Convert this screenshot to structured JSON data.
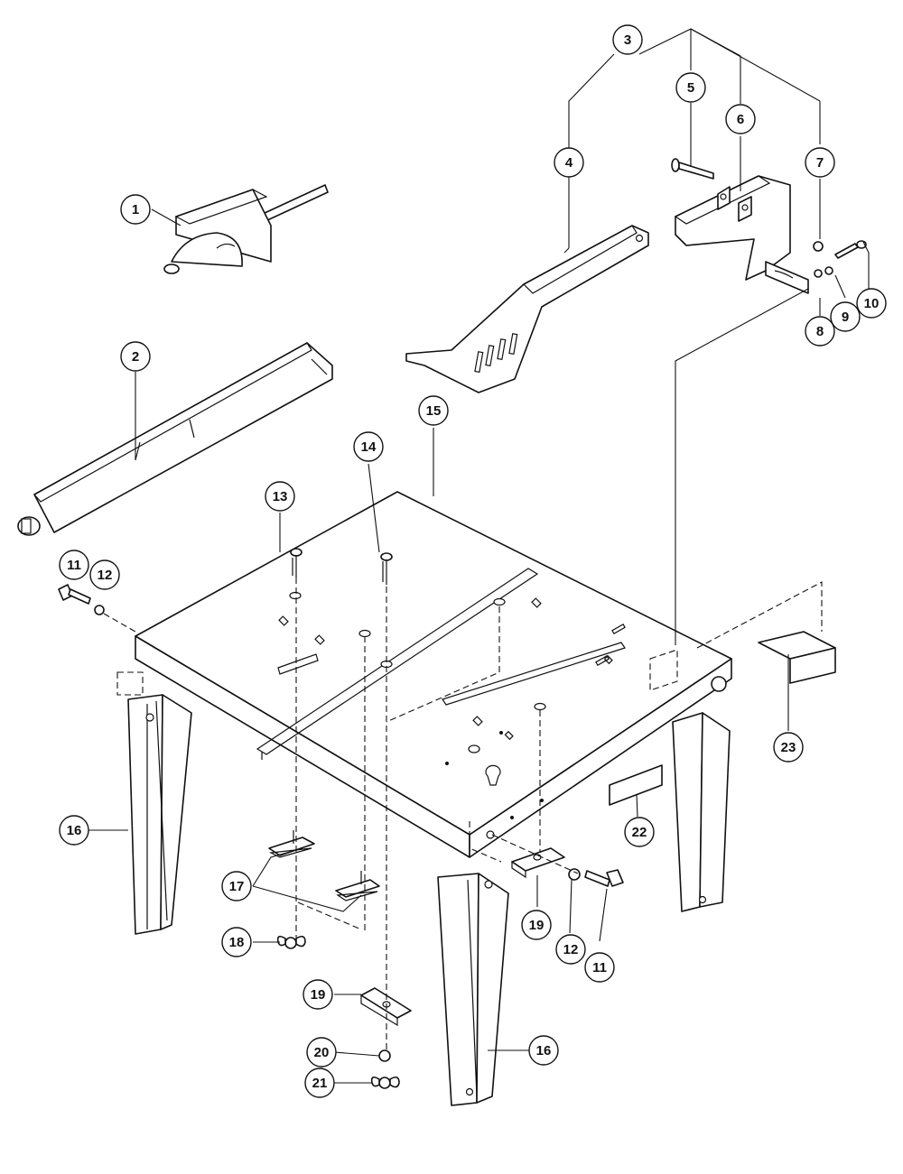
{
  "callouts": [
    {
      "number": "1",
      "part": "miter-gauge"
    },
    {
      "number": "2",
      "part": "rip-fence"
    },
    {
      "number": "3",
      "part": "guard-assembly"
    },
    {
      "number": "4",
      "part": "guard-arm"
    },
    {
      "number": "5",
      "part": "guard-bolt"
    },
    {
      "number": "6",
      "part": "blade-guard"
    },
    {
      "number": "7",
      "part": "guard-nut"
    },
    {
      "number": "8",
      "part": "washer"
    },
    {
      "number": "9",
      "part": "lock-washer"
    },
    {
      "number": "10",
      "part": "guard-screw"
    },
    {
      "number": "11",
      "part": "hex-bolt"
    },
    {
      "number": "12",
      "part": "washer"
    },
    {
      "number": "13",
      "part": "screw"
    },
    {
      "number": "14",
      "part": "screw"
    },
    {
      "number": "15",
      "part": "table"
    },
    {
      "number": "16",
      "part": "leg"
    },
    {
      "number": "17",
      "part": "clamp"
    },
    {
      "number": "18",
      "part": "wing-nut"
    },
    {
      "number": "19",
      "part": "bracket"
    },
    {
      "number": "20",
      "part": "washer"
    },
    {
      "number": "21",
      "part": "wing-nut"
    },
    {
      "number": "22",
      "part": "label"
    },
    {
      "number": "23",
      "part": "plate"
    }
  ]
}
